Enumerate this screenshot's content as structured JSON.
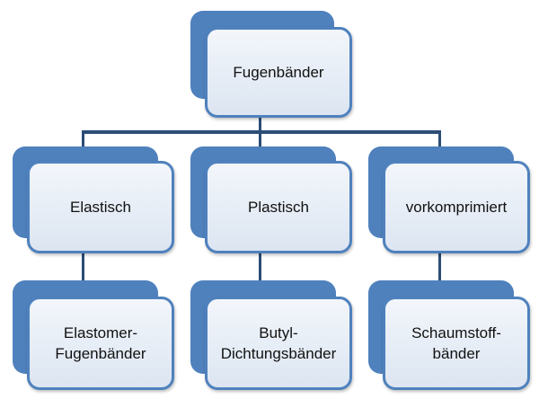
{
  "colors": {
    "box_fill": "#4f81bd",
    "box_border": "#4f81bd",
    "connector": "#2c4d75",
    "text": "#111111"
  },
  "diagram": {
    "root": {
      "label": "Fugenbänder"
    },
    "categories": [
      {
        "label": "Elastisch",
        "child": {
          "label": "Elastomer-\nFugenbänder"
        }
      },
      {
        "label": "Plastisch",
        "child": {
          "label": "Butyl-\nDichtungsbänder"
        }
      },
      {
        "label": "vorkomprimiert",
        "child": {
          "label": "Schaumstoff-\nbänder"
        }
      }
    ]
  }
}
